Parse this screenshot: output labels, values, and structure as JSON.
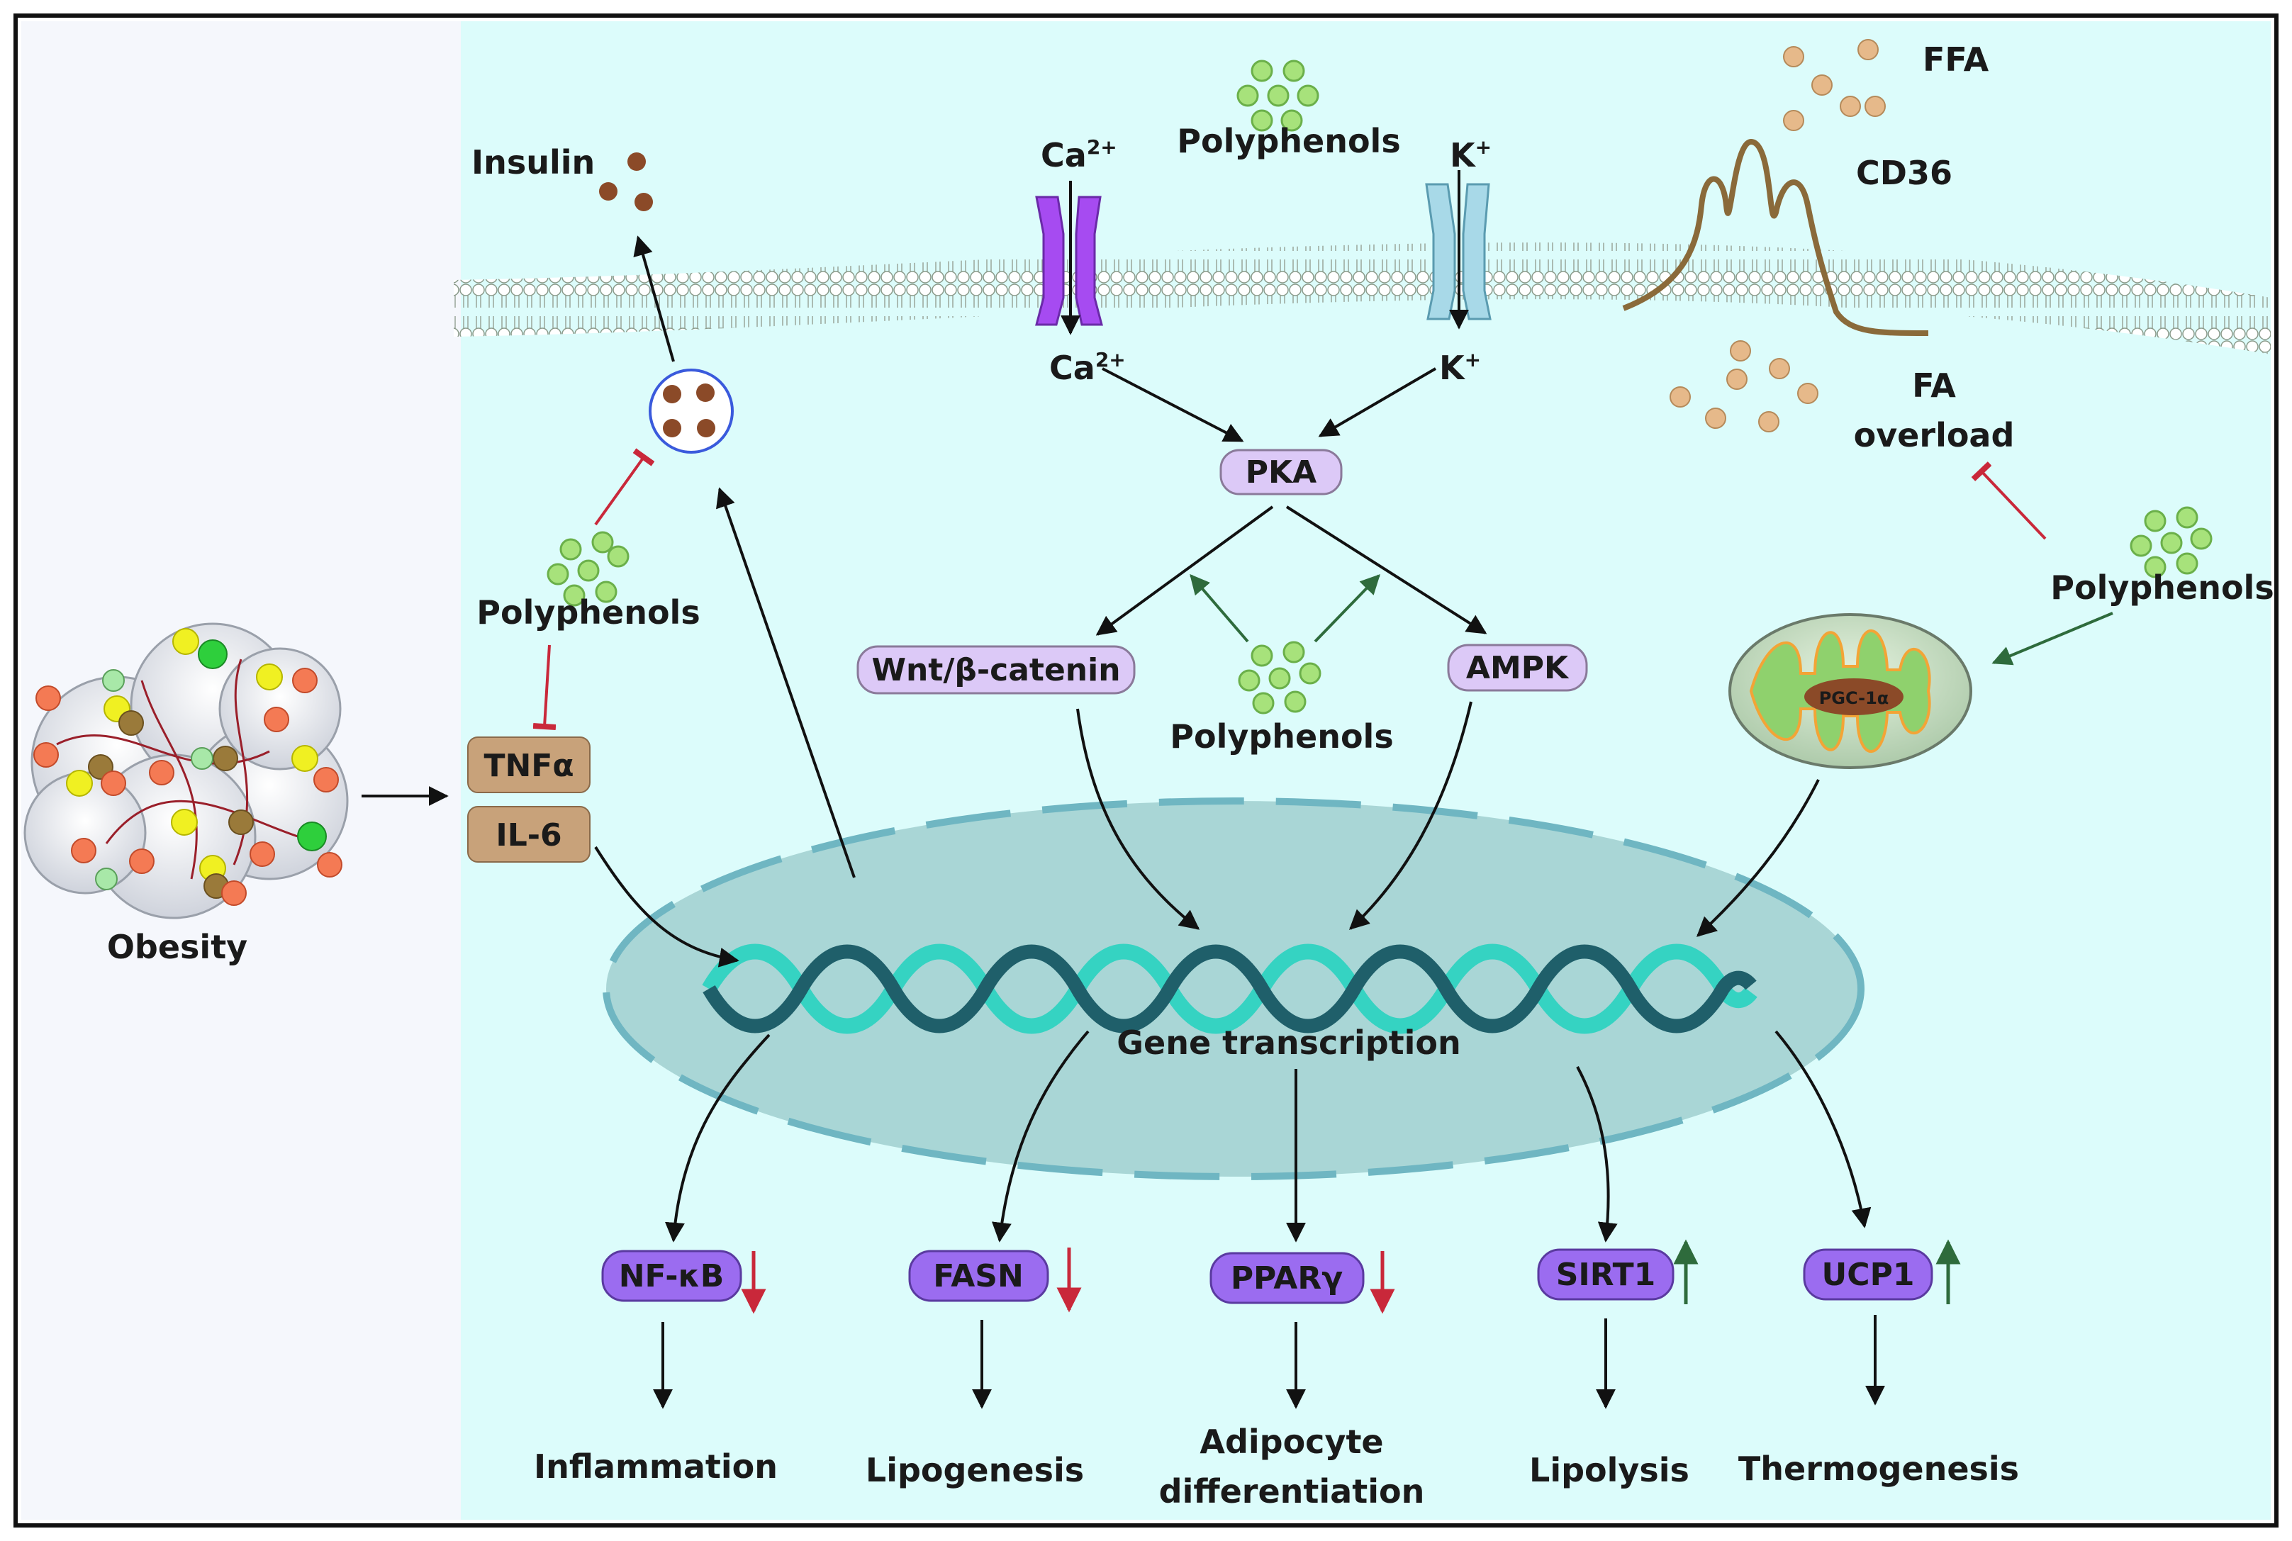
{
  "labels": {
    "obesity": "Obesity",
    "insulin": "Insulin",
    "polyphenols": "Polyphenols",
    "ca_top": "Ca",
    "ca_bottom": "Ca",
    "ca_charge": "2+",
    "k_top": "K",
    "k_bottom": "K",
    "k_charge": "+",
    "ffa": "FFA",
    "cd36": "CD36",
    "fa_line1": "FA",
    "fa_line2": "overload",
    "gene_transcription": "Gene transcription",
    "pgc1a": "PGC-1α"
  },
  "boxes": {
    "pka": "PKA",
    "wnt": "Wnt/β-catenin",
    "ampk": "AMPK",
    "tnfa": "TNFα",
    "il6": "IL-6",
    "nfkb": "NF-κB",
    "fasn": "FASN",
    "pparg": "PPARγ",
    "sirt1": "SIRT1",
    "ucp1": "UCP1"
  },
  "outcomes": {
    "inflammation": "Inflammation",
    "lipogenesis": "Lipogenesis",
    "adipocyte_line1": "Adipocyte",
    "adipocyte_line2": "differentiation",
    "lipolysis": "Lipolysis",
    "thermogenesis": "Thermogenesis"
  },
  "regulation": {
    "nfkb": "down",
    "fasn": "down",
    "pparg": "down",
    "sirt1": "up",
    "ucp1": "up"
  },
  "colors": {
    "cell_background": "#dcfcfb",
    "left_panel": "#f5f7fc",
    "nucleus": "#a9d6d6",
    "nucleus_border": "#6fb6c2",
    "box_lavender": "#dcc9f7",
    "box_purple": "#9b6cf0",
    "box_tan": "#c8a27a",
    "polyphenol_green": "#a7e27b",
    "insulin_brown": "#8b4a28",
    "fa_dots": "#e6b98a",
    "ca_channel": "#a64bf1",
    "k_channel": "#a8d9e8",
    "up_arrow": "#2e6b3c",
    "down_arrow": "#c9283a",
    "inhibit_red": "#c9283a"
  },
  "icons": {
    "polyphenol": "green-dot-cluster",
    "insulin": "brown-dots",
    "mitochondrion": "mitochondrion-icon",
    "dna": "dna-helix-icon",
    "obesity": "adipose-tissue-icon"
  }
}
